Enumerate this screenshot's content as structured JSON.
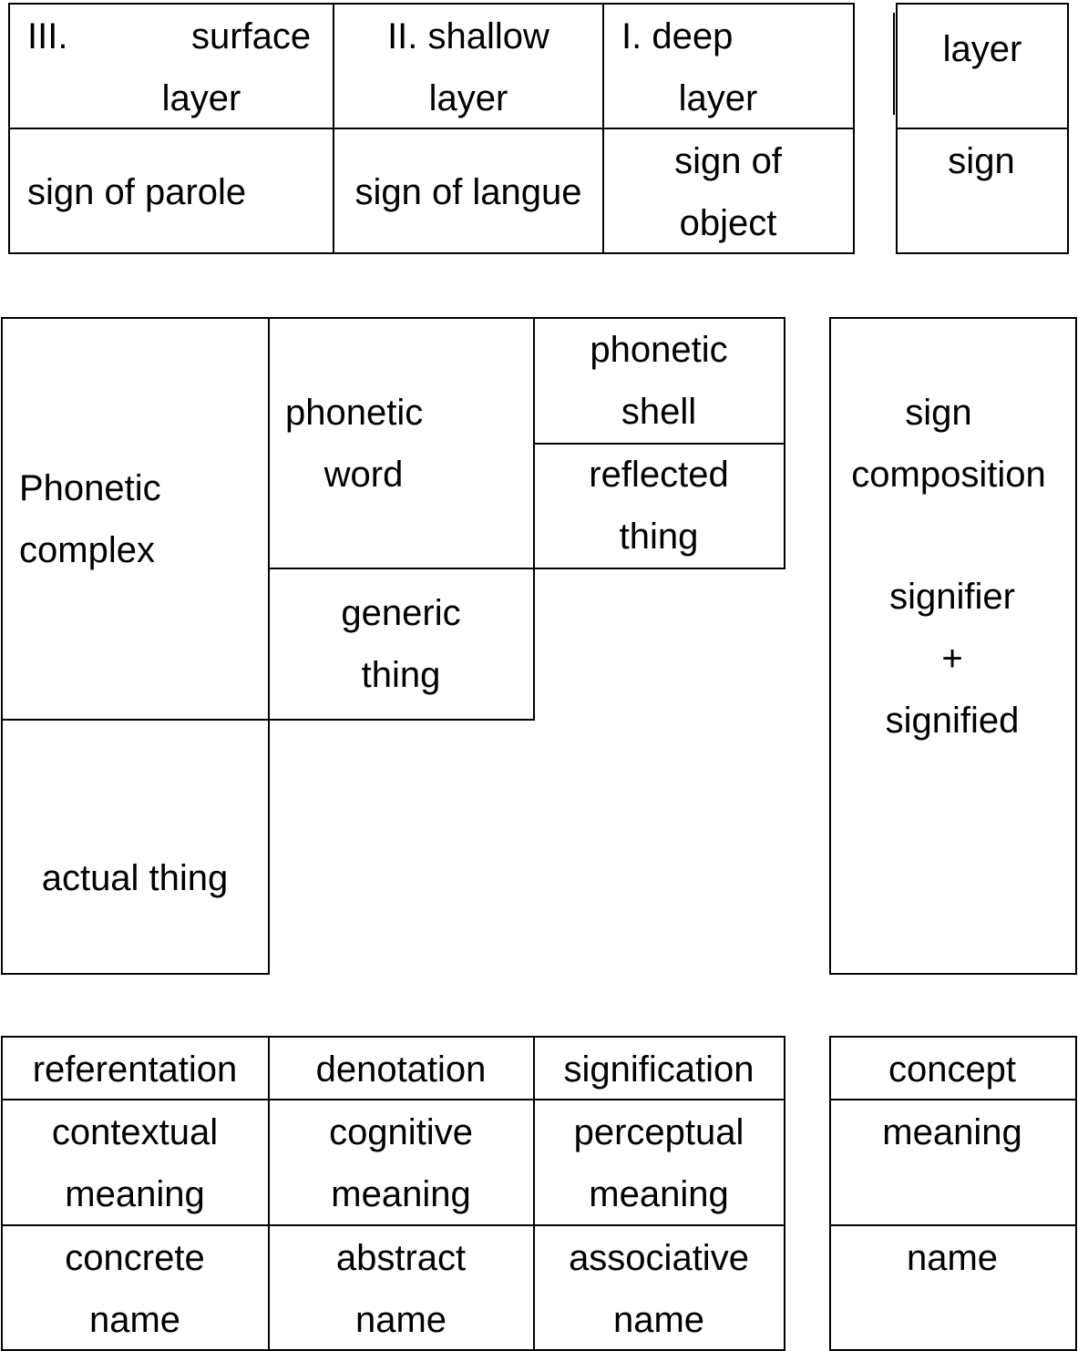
{
  "top": {
    "header": [
      {
        "line1_a": "III.",
        "line1_b": "surface",
        "line2": "layer"
      },
      {
        "line1": "II. shallow",
        "line2": "layer"
      },
      {
        "line1": "I. deep",
        "line2": "layer"
      }
    ],
    "row2": [
      "sign of parole",
      "sign of langue",
      {
        "line1": "sign of",
        "line2": "object"
      }
    ],
    "side": [
      "layer",
      "sign"
    ]
  },
  "middle": {
    "phonetic_complex": [
      "Phonetic",
      "complex"
    ],
    "phonetic_word": [
      "phonetic",
      "word"
    ],
    "phonetic_shell": [
      "phonetic",
      "shell"
    ],
    "reflected_thing": [
      "reflected",
      "thing"
    ],
    "generic_thing": [
      "generic",
      "thing"
    ],
    "actual_thing": "actual thing",
    "side": {
      "lines_top": [
        "sign",
        "composition"
      ],
      "lines_bottom": [
        "signifier",
        "+",
        "signified"
      ]
    }
  },
  "bottom": {
    "rows": [
      [
        "referentation",
        "denotation",
        "signification"
      ],
      [
        [
          "contextual",
          "meaning"
        ],
        [
          "cognitive",
          "meaning"
        ],
        [
          "perceptual",
          "meaning"
        ]
      ],
      [
        [
          "concrete",
          "name"
        ],
        [
          "abstract",
          "name"
        ],
        [
          "associative",
          "name"
        ]
      ]
    ],
    "side": [
      "concept",
      "meaning",
      "name"
    ]
  }
}
